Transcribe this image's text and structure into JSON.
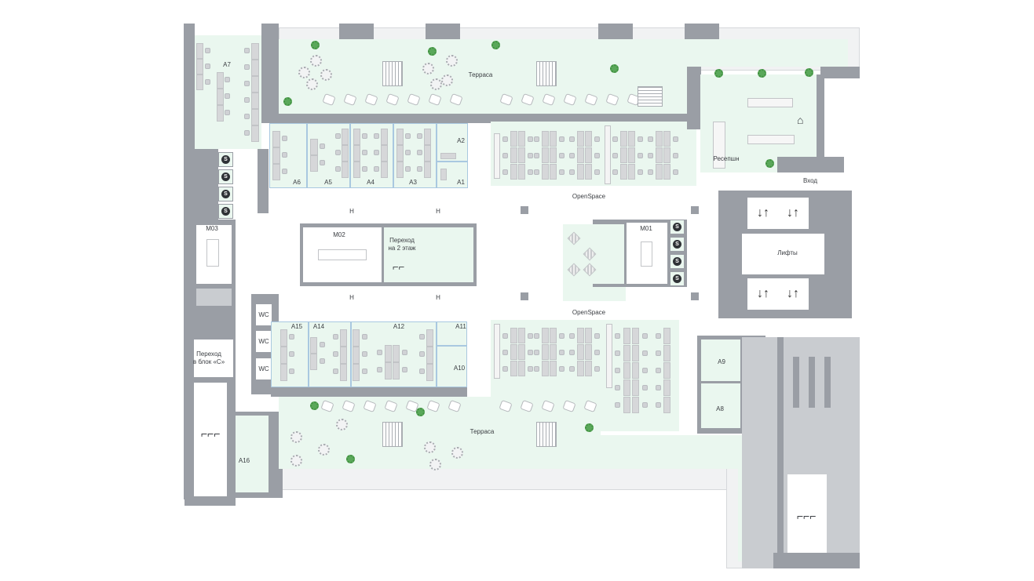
{
  "plan": {
    "terrace_label": "Терраса",
    "reception": "Ресепшн",
    "entrance": "Вход",
    "openspace": "OpenSpace",
    "lifts": "Лифты",
    "stairs_up_line1": "Переход",
    "stairs_up_line2": "на 2 этаж",
    "to_block_c_line1": "Переход",
    "to_block_c_line2": "в блок «С»",
    "meeting_rooms": {
      "m01": "M01",
      "m02": "M02",
      "m03": "M03"
    },
    "wc": "WC",
    "rooms_top": [
      "A6",
      "A5",
      "A4",
      "A3",
      "A2",
      "A1"
    ],
    "rooms_bottom": [
      "A15",
      "A14",
      "A12",
      "A11",
      "A10"
    ],
    "room_a7": "A7",
    "room_a16": "A16",
    "room_a9": "A9",
    "room_a8": "A8",
    "hydrant": "H",
    "booth_icon": "S",
    "lift_icon": "↓↑",
    "colors": {
      "wall": "#9a9ea5",
      "room": "#eaf7ef",
      "glass": "#a9c8e0"
    }
  }
}
